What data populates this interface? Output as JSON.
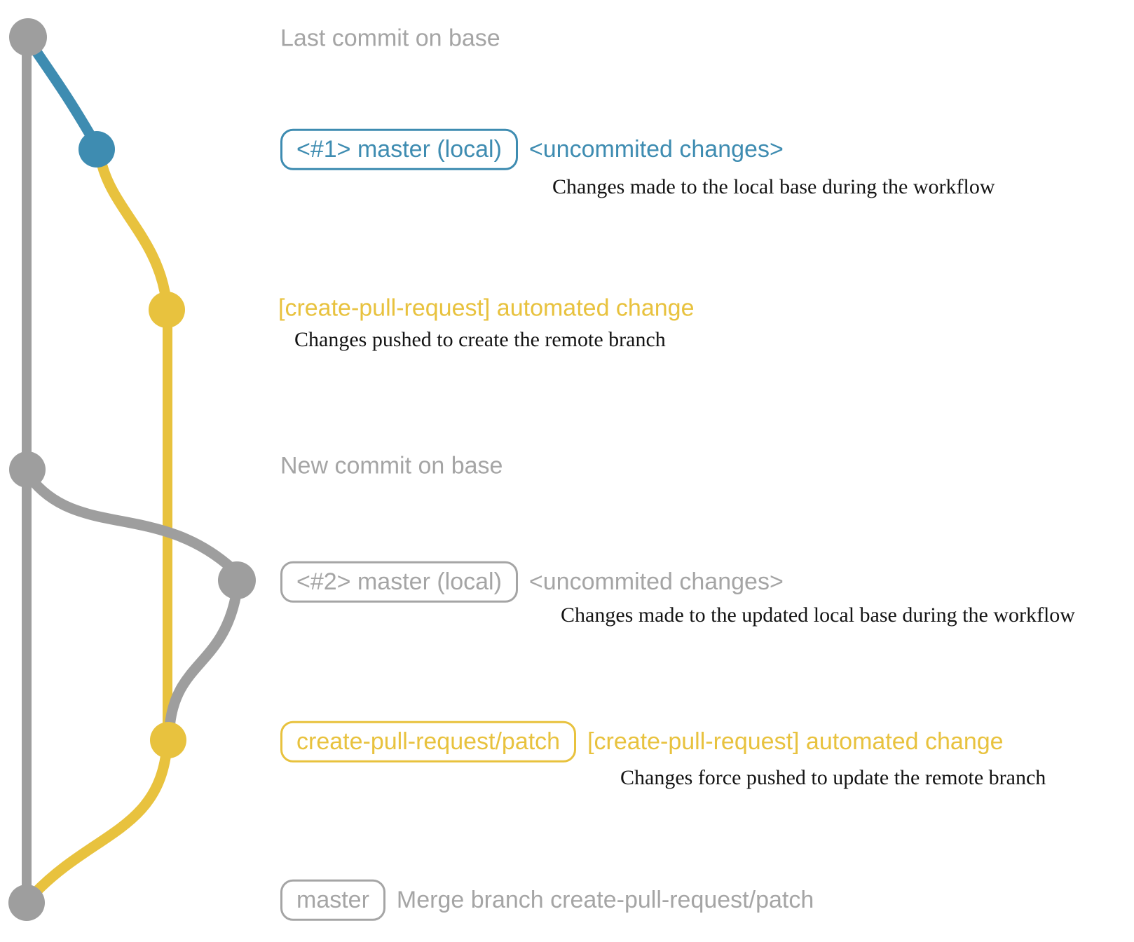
{
  "colors": {
    "graph_gray": "#9e9e9e",
    "graph_blue": "#3e8cb1",
    "graph_yellow": "#e8c23e",
    "label_gray": "#a5a5a5",
    "caption_black": "#141414"
  },
  "rows": [
    {
      "id": "last-commit-on-base",
      "label": "Last commit on base"
    },
    {
      "id": "local-commit-1",
      "tag": "<#1> master (local)",
      "message": "<uncommited changes>",
      "caption": "Changes made to the local base during the workflow"
    },
    {
      "id": "automated-change-1",
      "message": "[create-pull-request] automated change",
      "caption": "Changes pushed to create the remote branch"
    },
    {
      "id": "new-commit-on-base",
      "label": "New commit on base"
    },
    {
      "id": "local-commit-2",
      "tag": "<#2> master (local)",
      "message": "<uncommited changes>",
      "caption": "Changes made to the updated local base during the workflow"
    },
    {
      "id": "automated-change-2",
      "tag": "create-pull-request/patch",
      "message": "[create-pull-request] automated change",
      "caption": "Changes force pushed to update the remote branch"
    },
    {
      "id": "merge-commit",
      "tag": "master",
      "message": "Merge branch create-pull-request/patch"
    }
  ]
}
